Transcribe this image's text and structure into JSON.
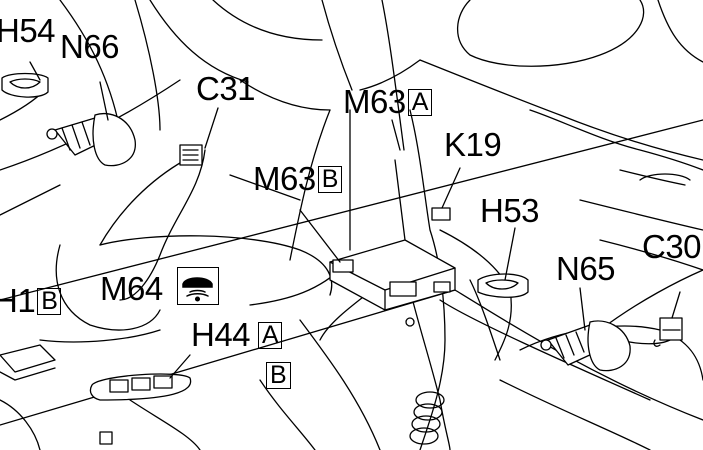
{
  "labels": {
    "h54": "H54",
    "n66": "N66",
    "c31": "C31",
    "m63a_code": "M63",
    "m63a_box": "A",
    "k19": "K19",
    "m63b_code": "M63",
    "m63b_box": "B",
    "h53": "H53",
    "n65": "N65",
    "c30": "C30",
    "h1b_code": "H1",
    "h1b_box": "B",
    "m64": "M64",
    "h44_code": "H44",
    "h44_box_a": "A",
    "h44_box_b": "B"
  },
  "icons": {
    "cabin_light": "interior-light-icon"
  }
}
